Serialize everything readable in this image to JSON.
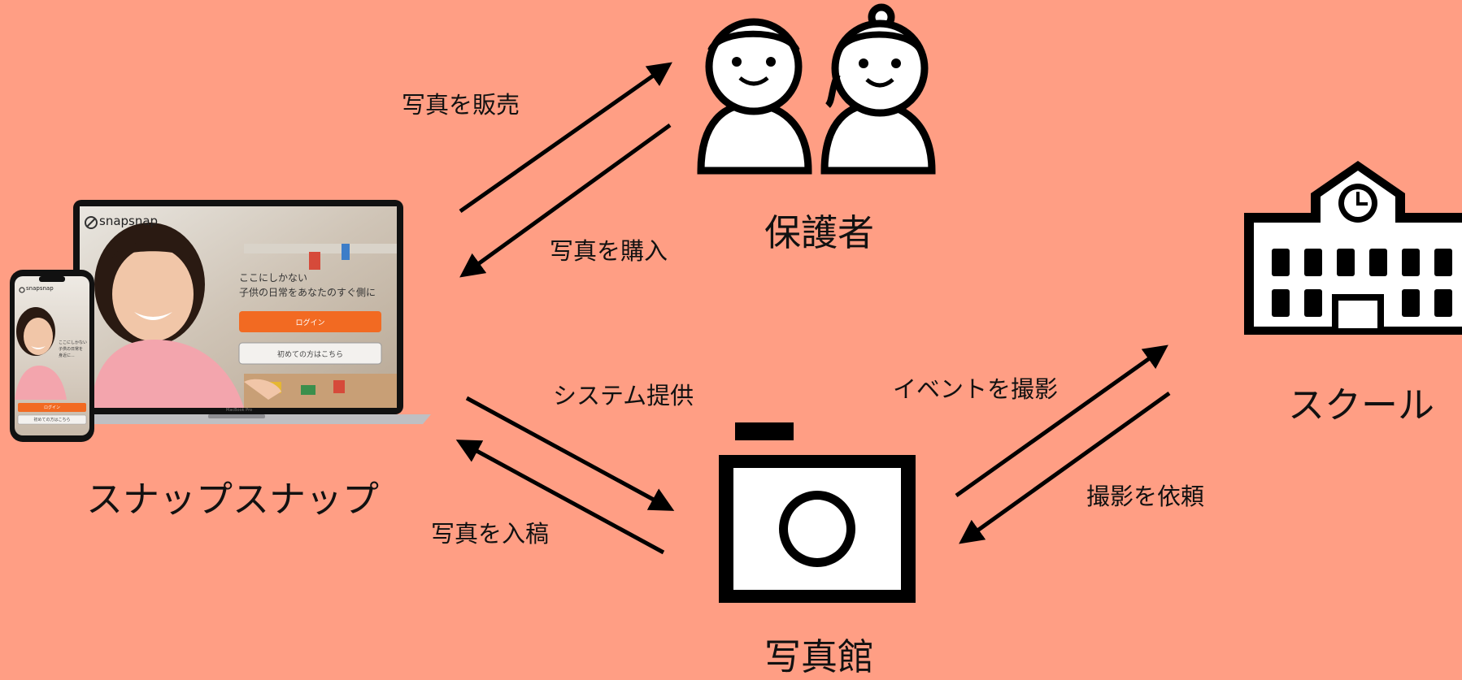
{
  "nodes": {
    "parents": "保護者",
    "school": "スクール",
    "studio": "写真館",
    "snapsnap": "スナップスナップ"
  },
  "edges": {
    "sell_photos": "写真を販売",
    "buy_photos": "写真を購入",
    "provide_system": "システム提供",
    "submit_photos": "写真を入稿",
    "shoot_event": "イベントを撮影",
    "request_shoot": "撮影を依頼"
  },
  "device": {
    "brand": "snapsnap",
    "tagline_1": "ここにしかない",
    "tagline_2": "子供の日常をあなたのすぐ側に",
    "login_label": "ログイン",
    "first_time_label": "初めての方はこちら",
    "laptop_model": "MacBook Pro",
    "phone_tagline_1": "ここにしかない",
    "phone_tagline_2": "子供の日常を",
    "phone_tagline_3": "身近に...",
    "phone_login_label": "ログイン",
    "phone_first_time_label": "初めての方はこちら"
  },
  "colors": {
    "background": "#FF9E84",
    "login_button": "#F26A22",
    "icon_fill": "#FFFFFF",
    "icon_stroke": "#000000"
  }
}
